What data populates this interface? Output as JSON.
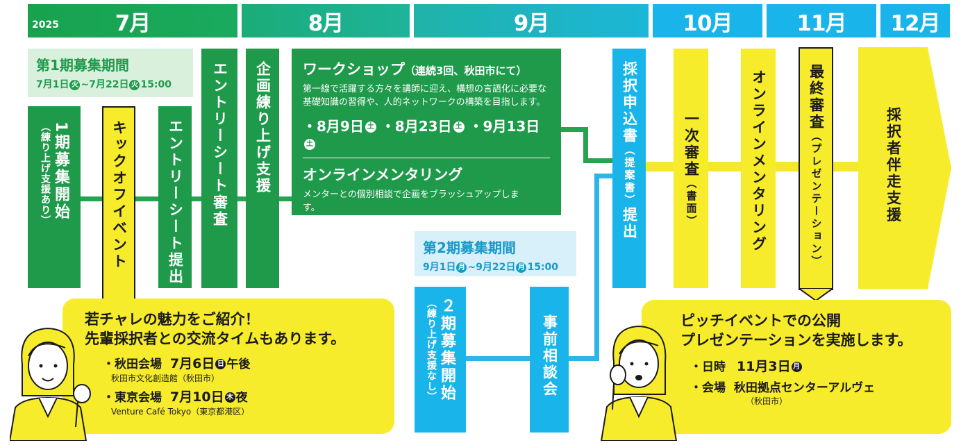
{
  "header": {
    "year": "2025",
    "months": [
      "7月",
      "8月",
      "9月",
      "10月",
      "11月",
      "12月"
    ]
  },
  "period1": {
    "title": "第1期募集期間",
    "date_start": "7月1日",
    "date_start_day": "火",
    "date_end": "~7月22日",
    "date_end_day": "火",
    "date_end_time": "15:00"
  },
  "period2": {
    "title": "第2期募集期間",
    "date_start": "9月1日",
    "date_start_day": "月",
    "date_end": "~9月22日",
    "date_end_day": "月",
    "date_end_time": "15:00"
  },
  "steps": {
    "start1": {
      "title": "1期募集開始",
      "sub": "（練り上げ支援あり）"
    },
    "kickoff": {
      "title": "キックオフイベント"
    },
    "entry_submit": {
      "title": "エントリーシート提出"
    },
    "entry_review": {
      "title": "エントリーシート審査"
    },
    "plan_support": {
      "title": "企画練り上げ支援"
    },
    "apply_submit": {
      "title_a": "採択申込書",
      "sub": "（提案書）",
      "title_b": "提出"
    },
    "first_review": {
      "title": "一次審査",
      "sub": "（書面）"
    },
    "online_mentoring": {
      "title": "オンラインメンタリング"
    },
    "final_review": {
      "title": "最終審査",
      "sub": "（プレゼンテーション）"
    },
    "support": {
      "title": "採択者伴走支援"
    },
    "start2": {
      "title": "２期募集開始",
      "sub": "（練り上げ支援なし）"
    },
    "pre_consult": {
      "title": "事前相談会"
    }
  },
  "workshop": {
    "title": "ワークショップ",
    "title_note": "（連続3回、秋田市にて）",
    "description": "第一線で活躍する方々を講師に迎え、構想の言語化に必要な基礎知識の習得や、人的ネットワークの構築を目指します。",
    "dates": [
      {
        "date": "・8月9日",
        "day": "土"
      },
      {
        "date": "・8月23日",
        "day": "土"
      },
      {
        "date": "・9月13日",
        "day": "土"
      }
    ],
    "mentoring_title": "オンラインメンタリング",
    "mentoring_desc": "メンターとの個別相談で企画をブラッシュアップします。"
  },
  "bubble_left": {
    "line1": "若チャレの魅力をご紹介！",
    "line2": "先輩採択者との交流タイムもあります。",
    "venue1_label": "・秋田会場",
    "venue1_date": "7月6日",
    "venue1_day": "日",
    "venue1_time": "午後",
    "venue1_place": "秋田市文化創造館（秋田市）",
    "venue2_label": "・東京会場",
    "venue2_date": "7月10日",
    "venue2_day": "木",
    "venue2_time": "夜",
    "venue2_place": "Venture Café Tokyo（東京都港区）"
  },
  "bubble_right": {
    "line1": "ピッチイベントでの公開",
    "line2": "プレゼンテーションを実施します。",
    "date_label": "・日時",
    "date_value": "11月3日",
    "date_day": "月",
    "place_label": "・会場",
    "place_value": "秋田拠点センターアルヴェ",
    "place_note": "（秋田市）"
  },
  "colors": {
    "green": "#1f9a4b",
    "blue": "#19b5ea",
    "yellow": "#f7ec2c"
  }
}
